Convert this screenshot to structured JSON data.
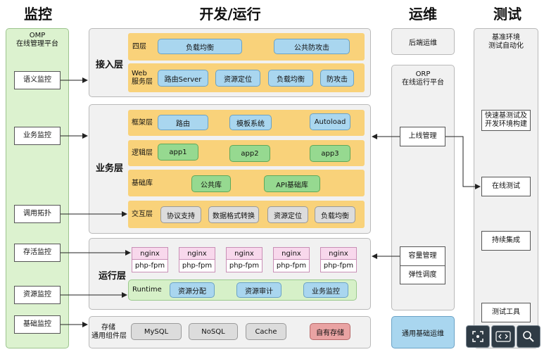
{
  "headers": {
    "monitor": "监控",
    "dev": "开发/运行",
    "ops": "运维",
    "test": "测试"
  },
  "omp": {
    "title": "OMP",
    "subtitle": "在线管理平台",
    "items": [
      "语义监控",
      "业务监控",
      "调用拓扑",
      "存活监控",
      "资源监控",
      "基础监控"
    ]
  },
  "access": {
    "title": "接入层",
    "row1": {
      "label": "四层",
      "items": [
        "负载均衡",
        "公共防攻击"
      ]
    },
    "row2": {
      "label": "Web\n服务层",
      "items": [
        "路由Server",
        "资源定位",
        "负载均衡",
        "防攻击"
      ]
    }
  },
  "business": {
    "title": "业务层",
    "framework": {
      "label": "框架层",
      "items": [
        "路由",
        "模板系统",
        "Autoload"
      ]
    },
    "logic": {
      "label": "逻辑层",
      "items": [
        "app1",
        "app2",
        "app3"
      ]
    },
    "base": {
      "label": "基础库",
      "items": [
        "公共库",
        "API基础库"
      ]
    },
    "interact": {
      "label": "交互层",
      "items": [
        "协议支持",
        "数据格式转换",
        "资源定位",
        "负载均衡"
      ]
    }
  },
  "runtime": {
    "title": "运行层",
    "nginx": "nginx",
    "php": "php-fpm",
    "runtime_label": "Runtime",
    "items": [
      "资源分配",
      "资源审计",
      "业务监控"
    ]
  },
  "storage": {
    "title": "存储\n通用组件层",
    "items": [
      "MySQL",
      "NoSQL",
      "Cache",
      "自有存储"
    ]
  },
  "ops": {
    "backend": "后端运维",
    "orp_title": "ORP",
    "orp_subtitle": "在线运行平台",
    "online_mgmt": "上线管理",
    "capacity": "容量管理",
    "elastic": "弹性调度",
    "common": "通用基础运维"
  },
  "test": {
    "title": "基准环境\n测试自动化",
    "items": [
      "快速基测试及\n开发环境构建",
      "在线测试",
      "持续集成",
      "测试工具"
    ]
  },
  "controls": [
    "fit-icon",
    "prev-next-icon",
    "zoom-icon"
  ]
}
